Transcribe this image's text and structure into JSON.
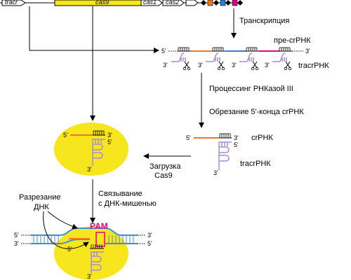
{
  "locus": {
    "genes": [
      "tracr",
      "cas9",
      "cas1",
      "cas2"
    ]
  },
  "steps": {
    "transcription": "Транскрипция",
    "processing": "Процессинг РНКазой III",
    "trimming": "Обрезание 5'-конца crРНК",
    "loading_line1": "Загрузка",
    "loading_line2": "Cas9",
    "binding_line1": "Связывание",
    "binding_line2": "с ДНК-мишенью",
    "cleavage_line1": "Разрезание",
    "cleavage_line2": "ДНК"
  },
  "rna": {
    "pre_crrna": "пре-crРНК",
    "tracrrna": "tracrРНК",
    "crrna": "crРНК",
    "tracrrna2": "tracrРНК",
    "pam": "PAM"
  },
  "ends": {
    "five": "5'",
    "three": "3'"
  },
  "colors": {
    "spacer_orange": "#f07820",
    "spacer_blue": "#2b7fd4",
    "spacer_magenta": "#e6007e",
    "tracr_purple": "#a98bd9",
    "cas9_yellow": "#f7e61e",
    "dna_blue": "#3d8fd6"
  }
}
